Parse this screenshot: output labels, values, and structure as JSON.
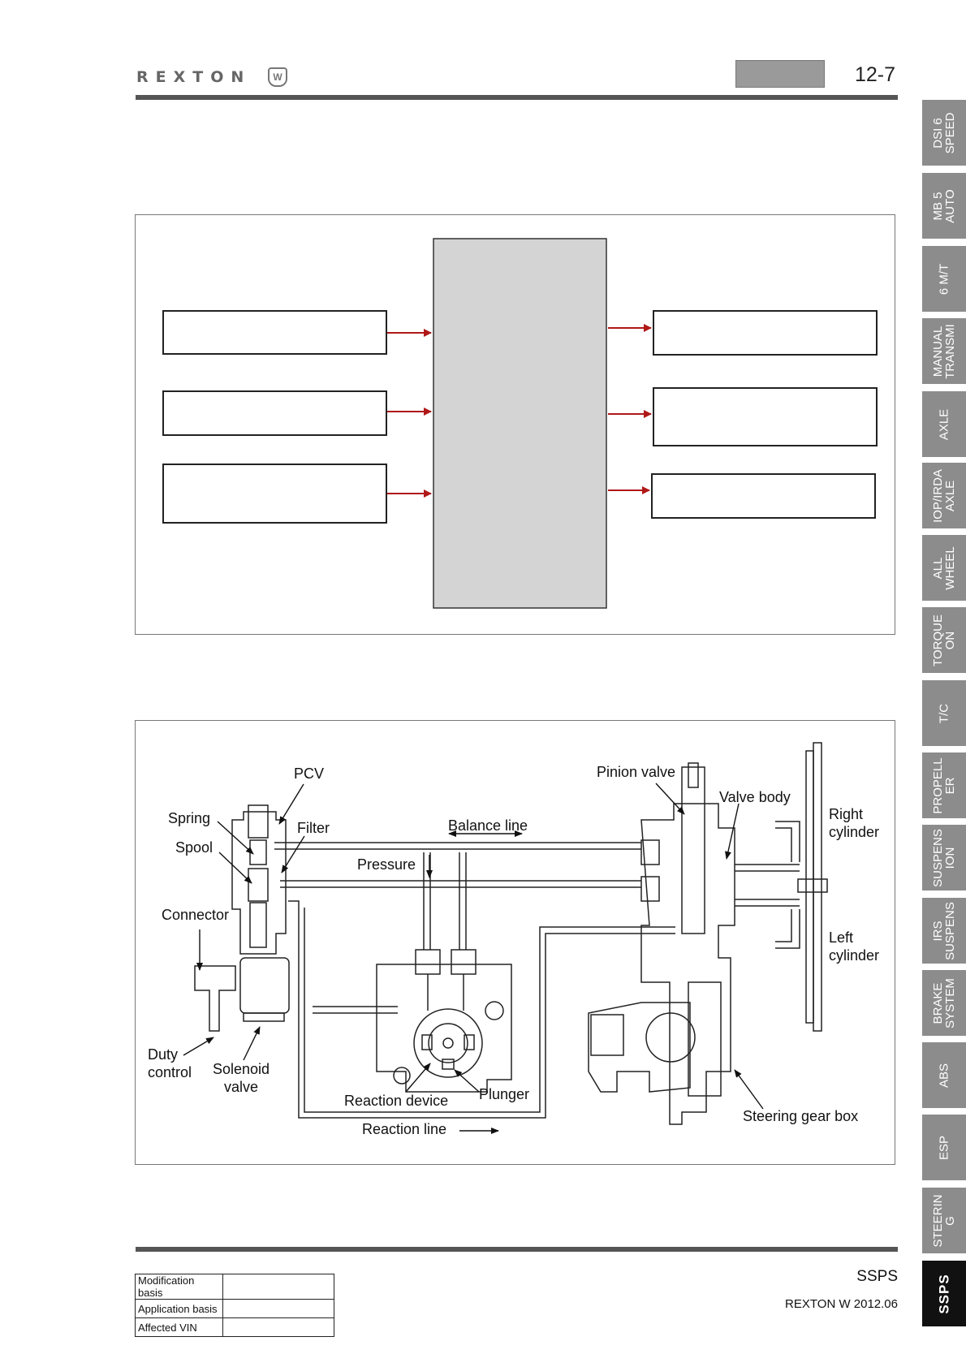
{
  "header": {
    "brand": "REXTON",
    "brand_badge": "W",
    "page_number": "12-7"
  },
  "side_tabs": [
    {
      "label": "DSI 6\nSPEED",
      "active": false
    },
    {
      "label": "MB 5\nAUTO",
      "active": false
    },
    {
      "label": "6 M/T",
      "active": false
    },
    {
      "label": "MANUAL\nTRANSMI",
      "active": false
    },
    {
      "label": "AXLE",
      "active": false
    },
    {
      "label": "IOP/IRDA\nAXLE",
      "active": false
    },
    {
      "label": "ALL\nWHEEL",
      "active": false
    },
    {
      "label": "TORQUE\nON",
      "active": false
    },
    {
      "label": "T/C",
      "active": false
    },
    {
      "label": "PROPELL\nER",
      "active": false
    },
    {
      "label": "SUSPENS\nION",
      "active": false
    },
    {
      "label": "IRS\nSUSPENS",
      "active": false
    },
    {
      "label": "BRAKE\nSYSTEM",
      "active": false
    },
    {
      "label": "ABS",
      "active": false
    },
    {
      "label": "ESP",
      "active": false
    },
    {
      "label": "STEERIN\nG",
      "active": false
    },
    {
      "label": "SSPS",
      "active": true
    }
  ],
  "diagram": {
    "labels": {
      "pcv": "PCV",
      "spring": "Spring",
      "filter": "Filter",
      "spool": "Spool",
      "connector": "Connector",
      "duty_control": "Duty\ncontrol",
      "solenoid_valve": "Solenoid\nvalve",
      "balance_line": "Balance line",
      "pressure": "Pressure",
      "reaction_device": "Reaction device",
      "plunger": "Plunger",
      "reaction_line": "Reaction line",
      "pinion_valve": "Pinion valve",
      "valve_body": "Valve body",
      "right_cylinder": "Right\ncylinder",
      "left_cylinder": "Left\ncylinder",
      "steering_gear_box": "Steering gear box"
    }
  },
  "footer": {
    "title": "SSPS",
    "subtitle": "REXTON W 2012.06",
    "table": [
      {
        "key": "Modification basis",
        "value": ""
      },
      {
        "key": "Application basis",
        "value": ""
      },
      {
        "key": "Affected VIN",
        "value": ""
      }
    ]
  }
}
